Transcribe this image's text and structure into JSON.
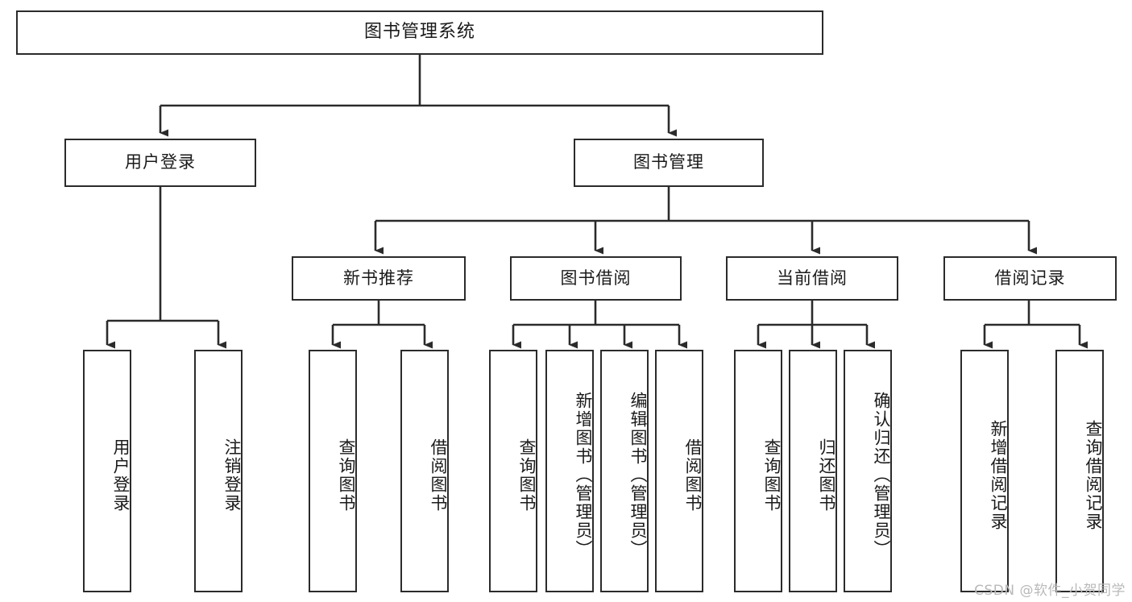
{
  "diagram": {
    "title": "图书管理系统",
    "type": "tree",
    "orientation": "top-down",
    "colors": {
      "node_border": "#2b2b2b",
      "node_fill": "#ffffff",
      "edge": "#2b2b2b",
      "text": "#1a1a1a",
      "watermark": "#b9b9b9",
      "background": "#ffffff"
    }
  },
  "nodes": {
    "root": {
      "label": "图书管理系统"
    },
    "level2": [
      {
        "id": "user-login",
        "label": "用户登录"
      },
      {
        "id": "book-management",
        "label": "图书管理"
      }
    ],
    "level3": [
      {
        "id": "new-book-recommend",
        "label": "新书推荐"
      },
      {
        "id": "book-borrow",
        "label": "图书借阅"
      },
      {
        "id": "current-borrow",
        "label": "当前借阅"
      },
      {
        "id": "borrow-record",
        "label": "借阅记录"
      }
    ],
    "leaves": {
      "user-login": [
        {
          "id": "leaf-user-login",
          "label": "用户登录"
        },
        {
          "id": "leaf-user-logout",
          "label": "注销登录"
        }
      ],
      "new-book-recommend": [
        {
          "id": "leaf-query-book-1",
          "label": "查询图书"
        },
        {
          "id": "leaf-borrow-book-1",
          "label": "借阅图书"
        }
      ],
      "book-borrow": [
        {
          "id": "leaf-query-book-2",
          "label": "查询图书"
        },
        {
          "id": "leaf-add-book",
          "label": "新增图书（管理员）"
        },
        {
          "id": "leaf-edit-book",
          "label": "编辑图书（管理员）"
        },
        {
          "id": "leaf-borrow-book-2",
          "label": "借阅图书"
        }
      ],
      "current-borrow": [
        {
          "id": "leaf-query-book-3",
          "label": "查询图书"
        },
        {
          "id": "leaf-return-book",
          "label": "归还图书"
        },
        {
          "id": "leaf-confirm-return",
          "label": "确认归还（管理员）"
        }
      ],
      "borrow-record": [
        {
          "id": "leaf-add-record",
          "label": "新增借阅记录"
        },
        {
          "id": "leaf-query-record",
          "label": "查询借阅记录"
        }
      ]
    }
  },
  "watermark": {
    "text": "CSDN @软件_小贺同学"
  }
}
